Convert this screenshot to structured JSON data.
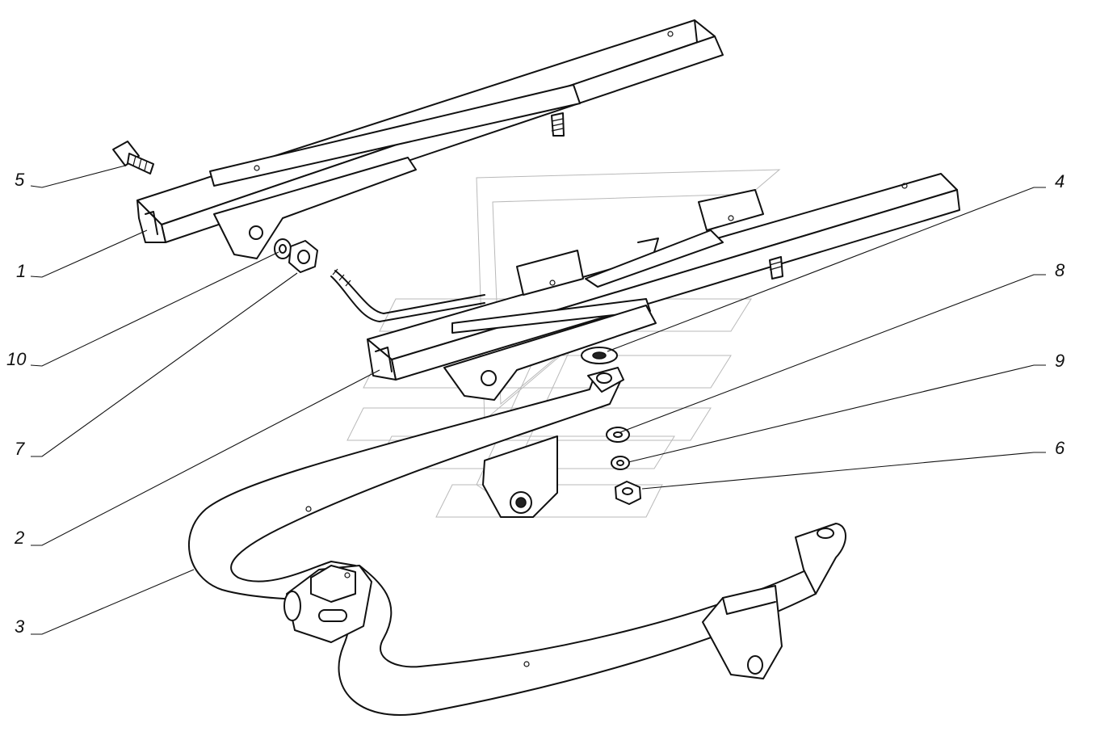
{
  "diagram": {
    "callouts": [
      {
        "id": "c5",
        "label": "5"
      },
      {
        "id": "c1",
        "label": "1"
      },
      {
        "id": "c10",
        "label": "10"
      },
      {
        "id": "c7",
        "label": "7"
      },
      {
        "id": "c2",
        "label": "2"
      },
      {
        "id": "c3",
        "label": "3"
      },
      {
        "id": "c4",
        "label": "4"
      },
      {
        "id": "c8",
        "label": "8"
      },
      {
        "id": "c9",
        "label": "9"
      },
      {
        "id": "c6",
        "label": "6"
      }
    ]
  },
  "colors": {
    "line": "#111111",
    "background": "#ffffff",
    "watermark": "#b9b9b9"
  }
}
